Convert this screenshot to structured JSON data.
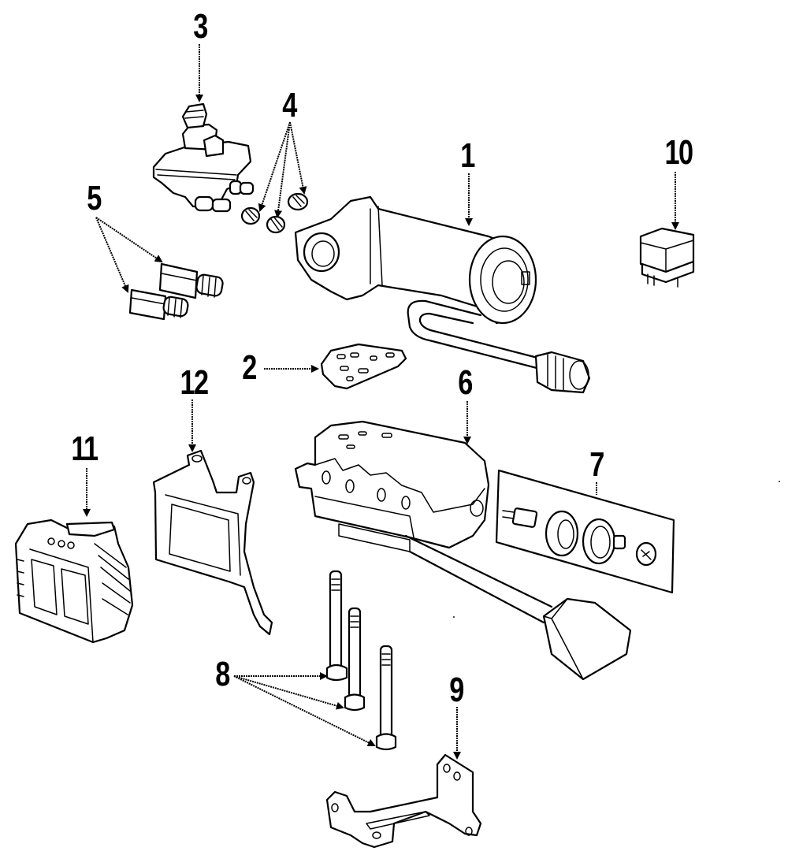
{
  "diagram": {
    "type": "exploded parts diagram",
    "colors": {
      "ink": "#000000",
      "background": "#ffffff"
    },
    "callouts": [
      {
        "id": "1",
        "label": "1",
        "part": "actuator motor assembly"
      },
      {
        "id": "2",
        "label": "2",
        "part": "mounting plate"
      },
      {
        "id": "3",
        "label": "3",
        "part": "master cylinder reservoir"
      },
      {
        "id": "4",
        "label": "4",
        "part": "fitting nuts (3)"
      },
      {
        "id": "5",
        "label": "5",
        "part": "adapter fittings (2)"
      },
      {
        "id": "6",
        "label": "6",
        "part": "modulator valve body"
      },
      {
        "id": "7",
        "label": "7",
        "part": "valve kit"
      },
      {
        "id": "8",
        "label": "8",
        "part": "bolts (3)"
      },
      {
        "id": "9",
        "label": "9",
        "part": "mounting bracket"
      },
      {
        "id": "10",
        "label": "10",
        "part": "relay"
      },
      {
        "id": "11",
        "label": "11",
        "part": "control module"
      },
      {
        "id": "12",
        "label": "12",
        "part": "module bracket"
      }
    ]
  }
}
